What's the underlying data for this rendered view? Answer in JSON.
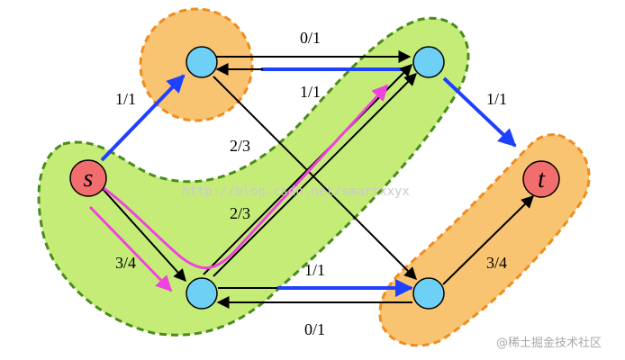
{
  "diagram": {
    "nodes": {
      "s": {
        "label": "s",
        "color": "#f26d6d"
      },
      "t": {
        "label": "t",
        "color": "#f26d6d"
      },
      "a": {
        "label": "",
        "color": "#6fd0f5"
      },
      "b": {
        "label": "",
        "color": "#6fd0f5"
      },
      "c": {
        "label": "",
        "color": "#6fd0f5"
      },
      "d": {
        "label": "",
        "color": "#6fd0f5"
      }
    },
    "edges": [
      {
        "id": "s-a",
        "flow": "1/1"
      },
      {
        "id": "a-b",
        "flow": "0/1"
      },
      {
        "id": "b-a",
        "flow": "1/1"
      },
      {
        "id": "b-t",
        "flow": "1/1"
      },
      {
        "id": "a-d",
        "flow": "2/3"
      },
      {
        "id": "c-b",
        "flow": "2/3"
      },
      {
        "id": "s-c",
        "flow": "3/4"
      },
      {
        "id": "c-d",
        "flow": "1/1"
      },
      {
        "id": "d-c",
        "flow": "0/1"
      },
      {
        "id": "d-t",
        "flow": "3/4"
      }
    ],
    "regions": {
      "orange": "#f8c471",
      "green": "#c6ec78",
      "orange_border": "#f08c1e",
      "green_border": "#4a8c1c"
    },
    "colors": {
      "augmenting_edge": "#1e40ff",
      "path_arrow": "#ee44dd",
      "edge": "#000000"
    }
  },
  "watermark": "http://blog.csdn.net/smartxxyx",
  "brand": "@稀土掘金技术社区"
}
